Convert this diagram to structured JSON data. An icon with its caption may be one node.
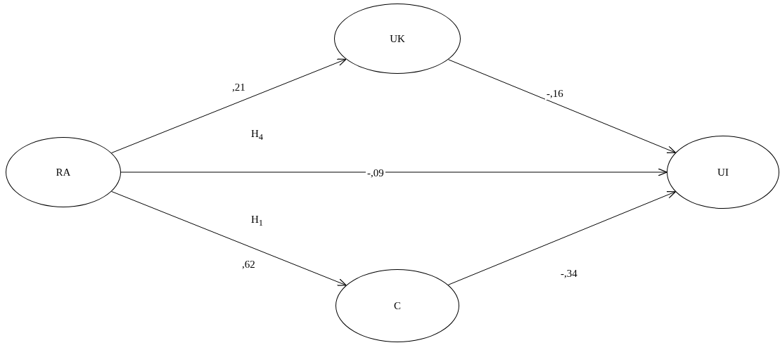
{
  "diagram": {
    "nodes": [
      {
        "text": [
          "RA"
        ]
      },
      {
        "text": [
          "UK"
        ]
      },
      {
        "text": [
          "UI"
        ]
      },
      {
        "text": [
          "C"
        ]
      }
    ],
    "edges": [
      {
        "from": 0,
        "to": 1,
        "arrow": "to",
        "label": ",21"
      },
      {
        "from": 1,
        "to": 2,
        "arrow": "to",
        "label": "-,16"
      },
      {
        "from": 0,
        "to": 2,
        "arrow": "to",
        "label": "-,09"
      },
      {
        "from": 0,
        "to": 3,
        "arrow": "to",
        "label": ",62"
      },
      {
        "from": 3,
        "to": 2,
        "arrow": "to",
        "label": "-,34"
      }
    ],
    "labels": [
      "H$_{4}$",
      "H$_{1}$"
    ]
  }
}
